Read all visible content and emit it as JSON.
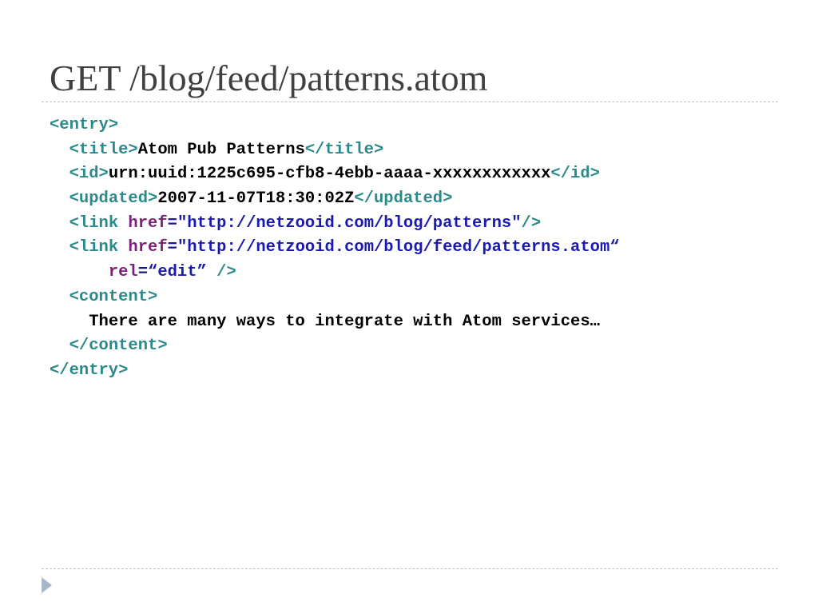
{
  "slide": {
    "title": "GET /blog/feed/patterns.atom"
  },
  "code": {
    "entry_open": "<entry>",
    "title_open": "<title>",
    "title_value": "Atom Pub Patterns",
    "title_close": "</title>",
    "id_open": "<id>",
    "id_value": "urn:uuid:1225c695-cfb8-4ebb-aaaa-xxxxxxxxxxxx",
    "id_close": "</id>",
    "updated_open": "<updated>",
    "updated_value": "2007-11-07T18:30:02Z",
    "updated_close": "</updated>",
    "link1_open": "<link ",
    "link1_attr": "href",
    "link1_eq": "=",
    "link1_value": "\"http://netzooid.com/blog/patterns\"",
    "link1_close": "/>",
    "link2_open": "<link ",
    "link2_attr": "href",
    "link2_eq": "=",
    "link2_value": "\"http://netzooid.com/blog/feed/patterns.atom“",
    "link2_rel_attr": "rel",
    "link2_rel_eq": "=",
    "link2_rel_value": "“edit”",
    "link2_close": " />",
    "content_open": "<content>",
    "content_text": "There are many ways to integrate with Atom services…",
    "content_close": "</content>",
    "entry_close": "</entry>"
  },
  "colors": {
    "tag": "#2a8a8a",
    "attribute": "#7a1f7a",
    "value": "#1a1ab0",
    "title_text": "#404040",
    "rule": "#b7c1cc",
    "nav_arrow": "#a7b7c9"
  },
  "icons": {
    "nav": "triangle-right-icon"
  }
}
